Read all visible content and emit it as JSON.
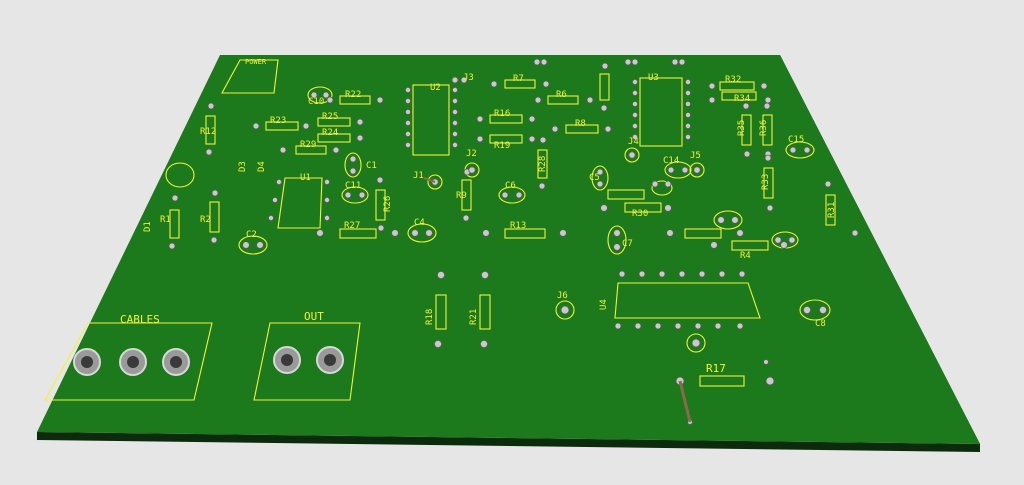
{
  "scene": {
    "background_color": "#e6e6e6",
    "board_color": "#1c7a1c",
    "board_edge_color": "#0c2a0c",
    "silkscreen_color": "#f2f23a",
    "pad_color": "#c9c9c9"
  },
  "connectors": {
    "power": "POWER",
    "cables": "CABLES",
    "out": "OUT"
  },
  "labels": {
    "u1": "U1",
    "u2": "U2",
    "u3": "U3",
    "u4": "U4",
    "j1": "J1",
    "j2": "J2",
    "j3": "J3",
    "j4": "J4",
    "j5": "J5",
    "j6": "J6",
    "c1": "C1",
    "c2": "C2",
    "c4": "C4",
    "c5": "C5",
    "c6": "C6",
    "c7": "C7",
    "c8": "C8",
    "c10": "C10",
    "c11": "C11",
    "c14": "C14",
    "c15": "C15",
    "r1": "R1",
    "r2": "R2",
    "r4": "R4",
    "r6": "R6",
    "r7": "R7",
    "r8": "R8",
    "r9": "R9",
    "r13": "R13",
    "r16": "R16",
    "r17": "R17",
    "r18": "R18",
    "r19": "R19",
    "r21": "R21",
    "r22": "R22",
    "r23": "R23",
    "r24": "R24",
    "r25": "R25",
    "r26": "R26",
    "r27": "R27",
    "r29": "R29",
    "r30": "R30",
    "r31": "R31",
    "r32": "R32",
    "r33": "R33",
    "r34": "R34",
    "r35": "R35",
    "r36": "R36",
    "r12": "R12",
    "r28": "R28",
    "d1": "D1",
    "d3": "D3",
    "d4": "D4"
  }
}
